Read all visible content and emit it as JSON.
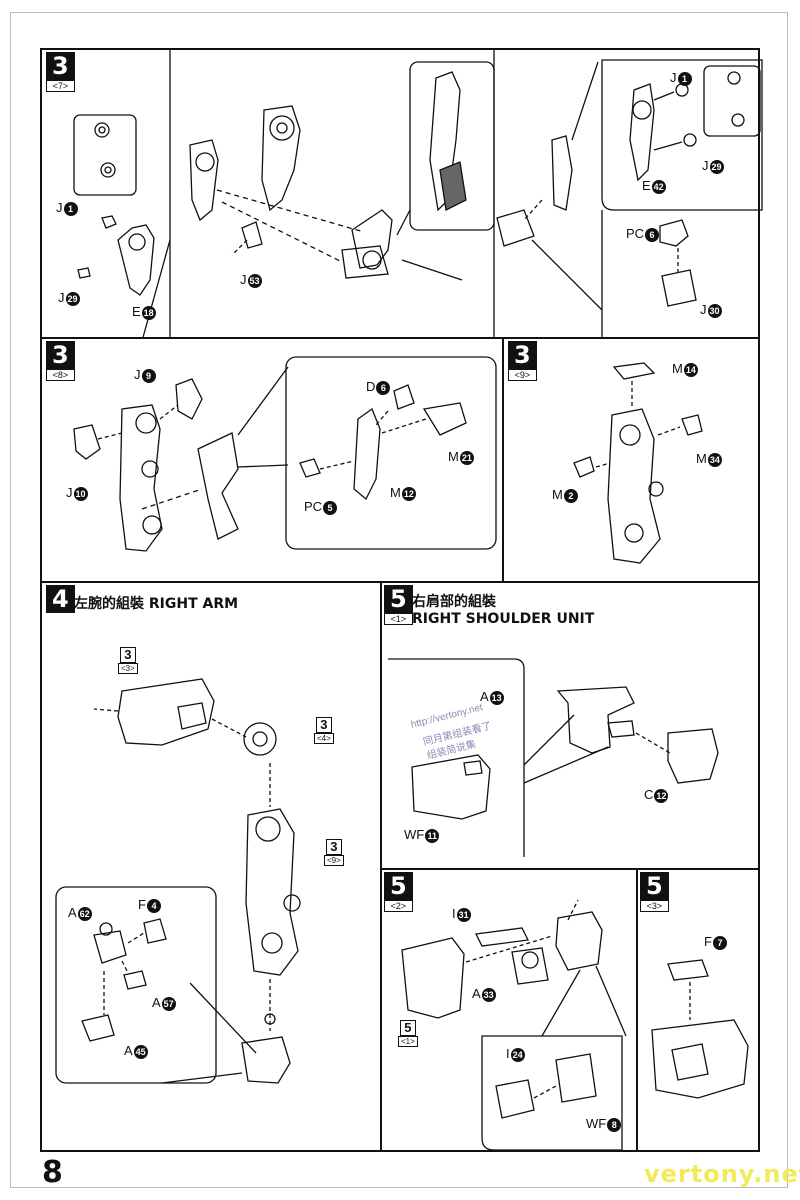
{
  "page": {
    "number": "8",
    "watermark": "vertony.net"
  },
  "step3_7": {
    "num": "3",
    "sub": "<7>",
    "labels": {
      "j1": "J",
      "j1n": "1",
      "j29": "J",
      "j29n": "29",
      "e18": "E",
      "e18n": "18",
      "j53": "J",
      "j53n": "53",
      "j1r": "J",
      "j1rn": "1",
      "j29r": "J",
      "j29rn": "29",
      "e42": "E",
      "e42n": "42",
      "pc6": "PC",
      "pc6n": "6",
      "j30": "J",
      "j30n": "30"
    }
  },
  "step3_8": {
    "num": "3",
    "sub": "<8>",
    "labels": {
      "j9": "J",
      "j9n": "9",
      "j10": "J",
      "j10n": "10",
      "d6": "D",
      "d6n": "6",
      "m21": "M",
      "m21n": "21",
      "m12": "M",
      "m12n": "12",
      "pc5": "PC",
      "pc5n": "5"
    }
  },
  "step3_9": {
    "num": "3",
    "sub": "<9>",
    "labels": {
      "m14": "M",
      "m14n": "14",
      "m34": "M",
      "m34n": "34",
      "m2": "M",
      "m2n": "2"
    }
  },
  "step4": {
    "num": "4",
    "title": "左腕的組裝  RIGHT ARM",
    "refs": [
      {
        "n": "3",
        "s": "<3>"
      },
      {
        "n": "3",
        "s": "<4>"
      },
      {
        "n": "3",
        "s": "<9>"
      }
    ],
    "labels": {
      "a62": "A",
      "a62n": "62",
      "f4": "F",
      "f4n": "4",
      "a57": "A",
      "a57n": "57",
      "a45": "A",
      "a45n": "45"
    }
  },
  "step5_1": {
    "num": "5",
    "sub": "<1>",
    "title_cn": "右肩部的組裝",
    "title_en": "RIGHT SHOULDER UNIT",
    "labels": {
      "a13": "A",
      "a13n": "13",
      "wf11": "WF",
      "wf11n": "11",
      "c12": "C",
      "c12n": "12"
    },
    "overlay": [
      "http://vertony.net",
      "同月第组装看了",
      "组装简说集"
    ]
  },
  "step5_2": {
    "num": "5",
    "sub": "<2>",
    "ref": {
      "n": "5",
      "s": "<1>"
    },
    "labels": {
      "i31": "I",
      "i31n": "31",
      "a33": "A",
      "a33n": "33",
      "i24": "I",
      "i24n": "24",
      "wf8": "WF",
      "wf8n": "8"
    }
  },
  "step5_3": {
    "num": "5",
    "sub": "<3>",
    "labels": {
      "f7": "F",
      "f7n": "7"
    }
  }
}
